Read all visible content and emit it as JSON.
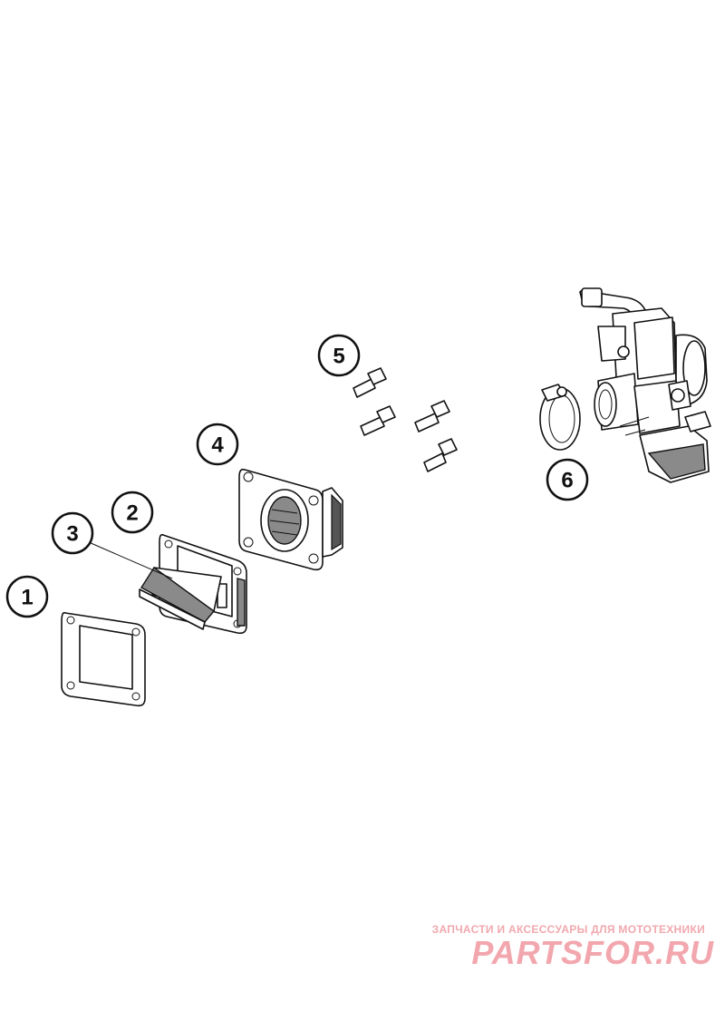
{
  "callouts": [
    {
      "label": "1"
    },
    {
      "label": "2"
    },
    {
      "label": "3"
    },
    {
      "label": "4"
    },
    {
      "label": "5"
    },
    {
      "label": "6"
    }
  ],
  "watermark": {
    "tagline": "ЗАПЧАСТИ И АКСЕССУАРЫ ДЛЯ МОТОТЕХНИКИ",
    "brand": "PARTSFOR.RU"
  },
  "colors": {
    "line": "#111111",
    "shade": "#8a8a8a",
    "watermark": "#f2a6ad"
  }
}
